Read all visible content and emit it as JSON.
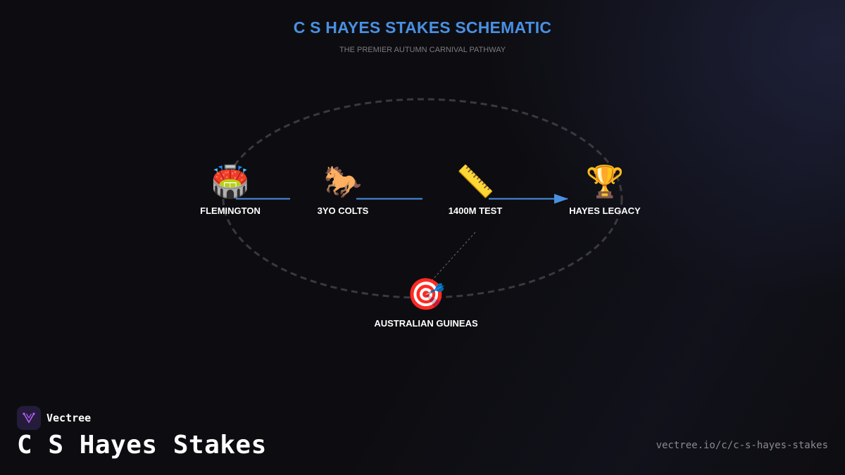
{
  "header": {
    "title": "C S HAYES STAKES SCHEMATIC",
    "subtitle": "THE PREMIER AUTUMN CARNIVAL PATHWAY"
  },
  "nodes": {
    "flemington": {
      "label": "FLEMINGTON",
      "icon": "stadium-icon",
      "glyph": "🏟️"
    },
    "colts": {
      "label": "3YO COLTS",
      "icon": "horse-icon",
      "glyph": "🐎"
    },
    "test": {
      "label": "1400M TEST",
      "icon": "ruler-icon",
      "glyph": "📏"
    },
    "legacy": {
      "label": "HAYES LEGACY",
      "icon": "trophy-icon",
      "glyph": "🏆"
    },
    "guineas": {
      "label": "AUSTRALIAN GUINEAS",
      "icon": "target-icon",
      "glyph": "🎯"
    }
  },
  "footer": {
    "brand": "Vectree",
    "title": "C S Hayes Stakes",
    "url": "vectree.io/c/c-s-hayes-stakes"
  },
  "colors": {
    "accent": "#4a90e2",
    "background": "#0d0d11",
    "ellipse": "#3a3a3e",
    "text": "#ffffff",
    "muted": "#7a7a82",
    "brand_logo_bg": "#241c3a",
    "brand_logo_mark": "#b85cff"
  }
}
